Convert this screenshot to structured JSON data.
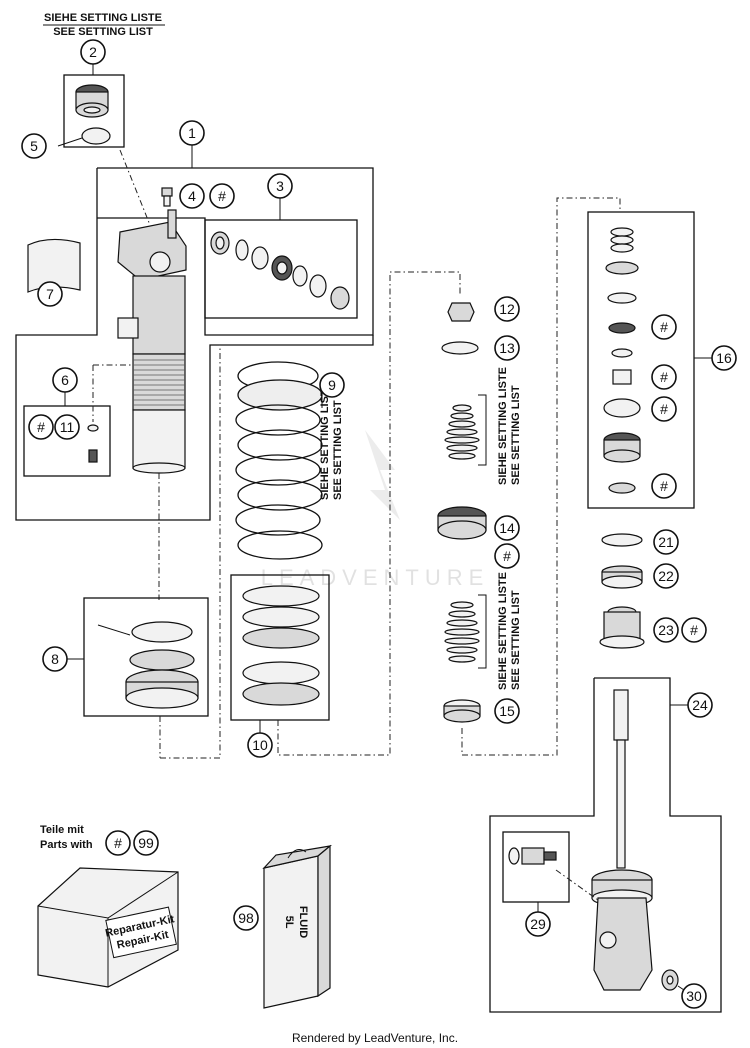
{
  "notes": {
    "setting_de": "SIEHE SETTING LISTE",
    "setting_en": "SEE SETTING LIST",
    "parts_with_de": "Teile mit",
    "parts_with_en": "Parts with",
    "kit_de": "Reparatur-Kit",
    "kit_en": "Repair-Kit",
    "fluid": "FLUID",
    "fluid_volume": "5L",
    "watermark": "LEADVENTURE",
    "footer": "Rendered by LeadVenture, Inc."
  },
  "callouts": {
    "c1": "1",
    "c2": "2",
    "c3": "3",
    "c4": "4",
    "c5": "5",
    "c6": "6",
    "c7": "7",
    "c8": "8",
    "c9": "9",
    "c10": "10",
    "c11": "11",
    "c12": "12",
    "c13": "13",
    "c14": "14",
    "c15": "15",
    "c16": "16",
    "c21": "21",
    "c22": "22",
    "c23": "23",
    "c24": "24",
    "c29": "29",
    "c30": "30",
    "c98": "98",
    "c99": "99",
    "hash": "#"
  }
}
